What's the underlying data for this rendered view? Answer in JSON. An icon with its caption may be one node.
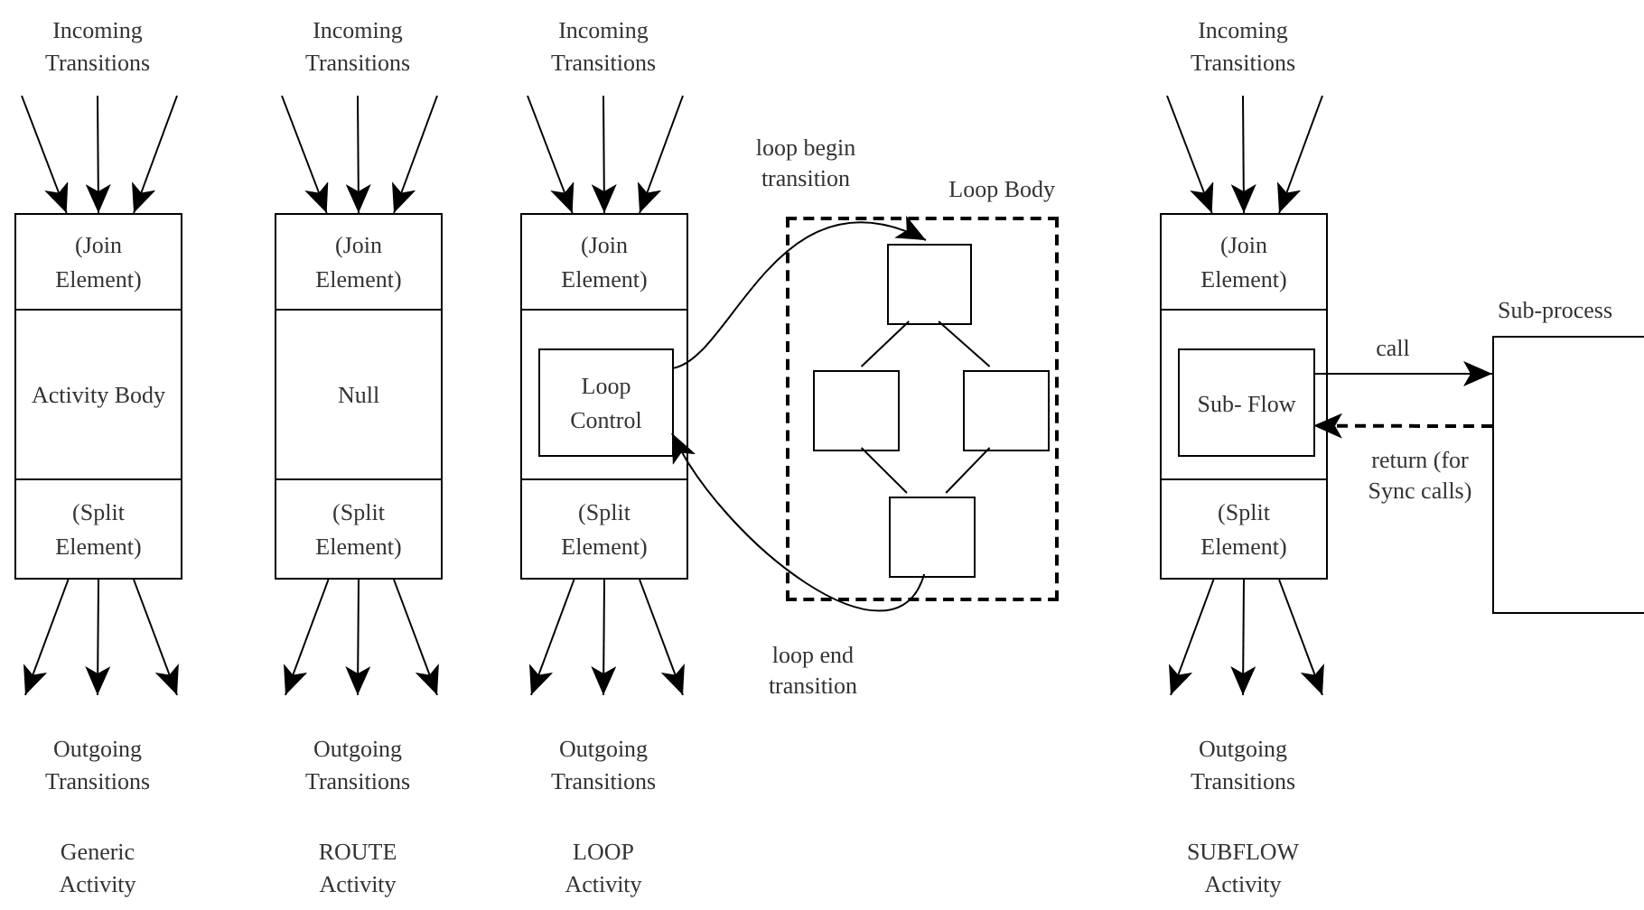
{
  "diagram": {
    "nodes": [
      {
        "text": [
          "(Join Element)"
        ]
      },
      {
        "text": [
          "Activity Body"
        ]
      },
      {
        "text": [
          "(Split Element)"
        ]
      },
      {
        "text": [
          "(Join Element)"
        ]
      },
      {
        "text": [
          "Null"
        ]
      },
      {
        "text": [
          "(Split Element)"
        ]
      },
      {
        "text": [
          "(Join Element)"
        ]
      },
      {
        "text": [],
        "shape": "box"
      },
      {
        "text": [
          "Loop Control"
        ],
        "in": 7
      },
      {
        "text": [
          "(Split Element)"
        ]
      },
      {
        "text": [
          "Loop Body"
        ]
      },
      {
        "text": [],
        "shape": "box",
        "in": 10
      },
      {
        "text": [],
        "shape": "box",
        "in": 10
      },
      {
        "text": [],
        "shape": "box",
        "in": 10
      },
      {
        "text": [],
        "shape": "box",
        "in": 10
      },
      {
        "text": [
          "(Join Element)"
        ]
      },
      {
        "text": [],
        "shape": "box"
      },
      {
        "text": [
          "Sub- Flow"
        ],
        "in": 16
      },
      {
        "text": [
          "(Split Element)"
        ]
      },
      {
        "text": [
          "Sub-process"
        ]
      }
    ],
    "edges": [
      {
        "from": null,
        "to": 0,
        "arrow": "to"
      },
      {
        "from": null,
        "to": 0,
        "arrow": "to"
      },
      {
        "from": null,
        "to": 0,
        "arrow": "to"
      },
      {
        "from": 2,
        "to": null,
        "arrow": "to"
      },
      {
        "from": 2,
        "to": null,
        "arrow": "to"
      },
      {
        "from": 2,
        "to": null,
        "arrow": "to"
      },
      {
        "from": null,
        "to": 3,
        "arrow": "to"
      },
      {
        "from": null,
        "to": 3,
        "arrow": "to"
      },
      {
        "from": null,
        "to": 3,
        "arrow": "to"
      },
      {
        "from": 5,
        "to": null,
        "arrow": "to"
      },
      {
        "from": 5,
        "to": null,
        "arrow": "to"
      },
      {
        "from": 5,
        "to": null,
        "arrow": "to"
      },
      {
        "from": null,
        "to": 6,
        "arrow": "to"
      },
      {
        "from": null,
        "to": 6,
        "arrow": "to"
      },
      {
        "from": null,
        "to": 6,
        "arrow": "to"
      },
      {
        "from": 9,
        "to": null,
        "arrow": "to"
      },
      {
        "from": 9,
        "to": null,
        "arrow": "to"
      },
      {
        "from": 9,
        "to": null,
        "arrow": "to"
      },
      {
        "from": 8,
        "to": 11,
        "arrow": "to",
        "label": "loop begin transition"
      },
      {
        "from": 11,
        "to": 12,
        "arrow": "none"
      },
      {
        "from": 11,
        "to": 13,
        "arrow": "none"
      },
      {
        "from": 12,
        "to": 14,
        "arrow": "none"
      },
      {
        "from": 13,
        "to": 14,
        "arrow": "none"
      },
      {
        "from": 14,
        "to": 8,
        "arrow": "to",
        "label": "loop end transition"
      },
      {
        "from": null,
        "to": 15,
        "arrow": "to"
      },
      {
        "from": null,
        "to": 15,
        "arrow": "to"
      },
      {
        "from": null,
        "to": 15,
        "arrow": "to"
      },
      {
        "from": 18,
        "to": null,
        "arrow": "to"
      },
      {
        "from": 18,
        "to": null,
        "arrow": "to"
      },
      {
        "from": 18,
        "to": null,
        "arrow": "to"
      },
      {
        "from": 17,
        "to": 19,
        "arrow": "to",
        "label": "call"
      },
      {
        "from": 19,
        "to": 17,
        "arrow": "to",
        "label": "return (for Sync calls)",
        "style": "dashed"
      }
    ],
    "labels": [
      "Incoming Transitions",
      "Incoming Transitions",
      "Incoming Transitions",
      "Incoming Transitions",
      "Outgoing Transitions",
      "Outgoing Transitions",
      "Outgoing Transitions",
      "Outgoing Transitions",
      "Generic Activity",
      "ROUTE Activity",
      "LOOP Activity",
      "SUBFLOW Activity"
    ]
  }
}
